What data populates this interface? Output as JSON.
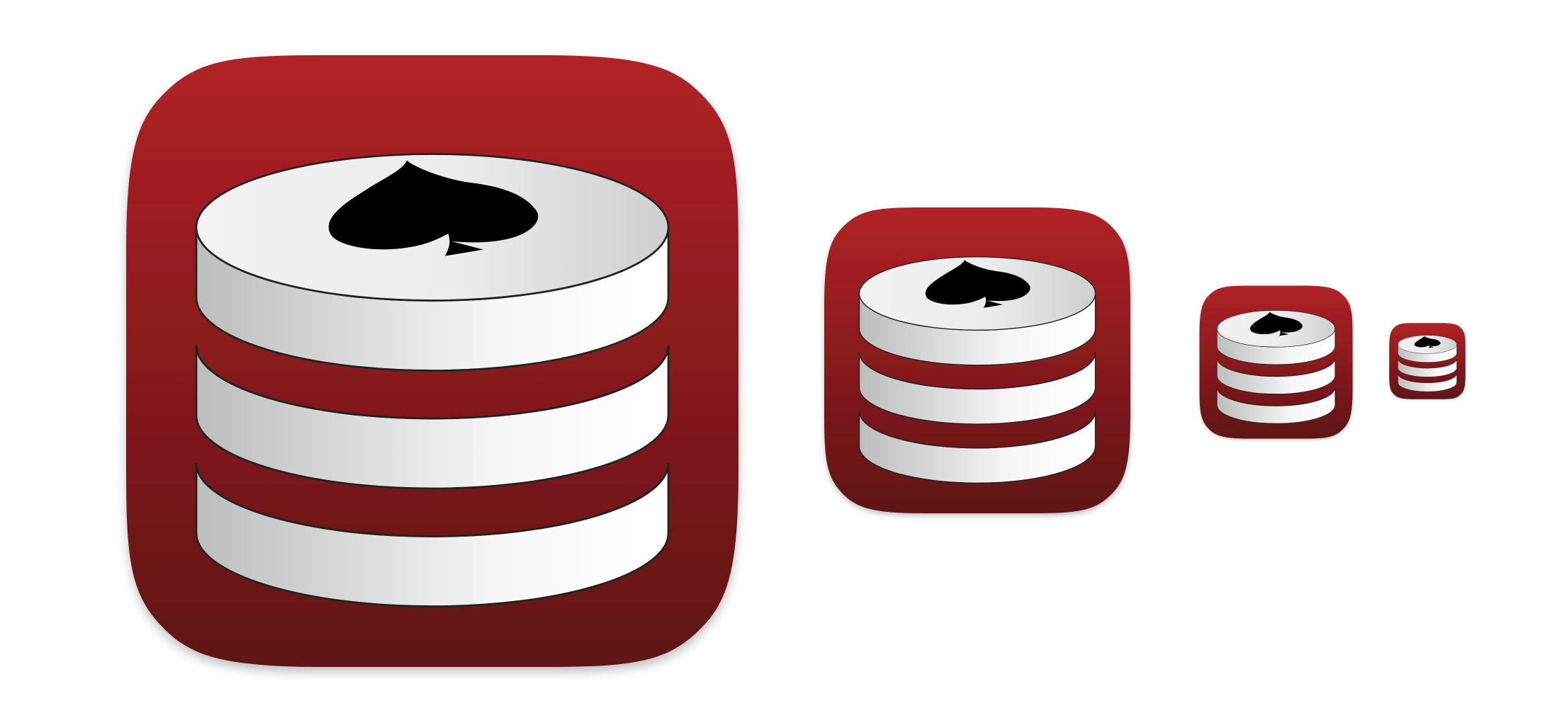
{
  "app_icon": {
    "name": "database-spade-icon",
    "description_colors": {
      "background_top": "#b12226",
      "background_bottom": "#5e1215",
      "disk_light": "#f7f7f7",
      "disk_shade": "#bdbdbd",
      "spade": "#000000",
      "outline": "#222222"
    },
    "sizes": [
      "large",
      "medium",
      "small",
      "tiny"
    ]
  }
}
